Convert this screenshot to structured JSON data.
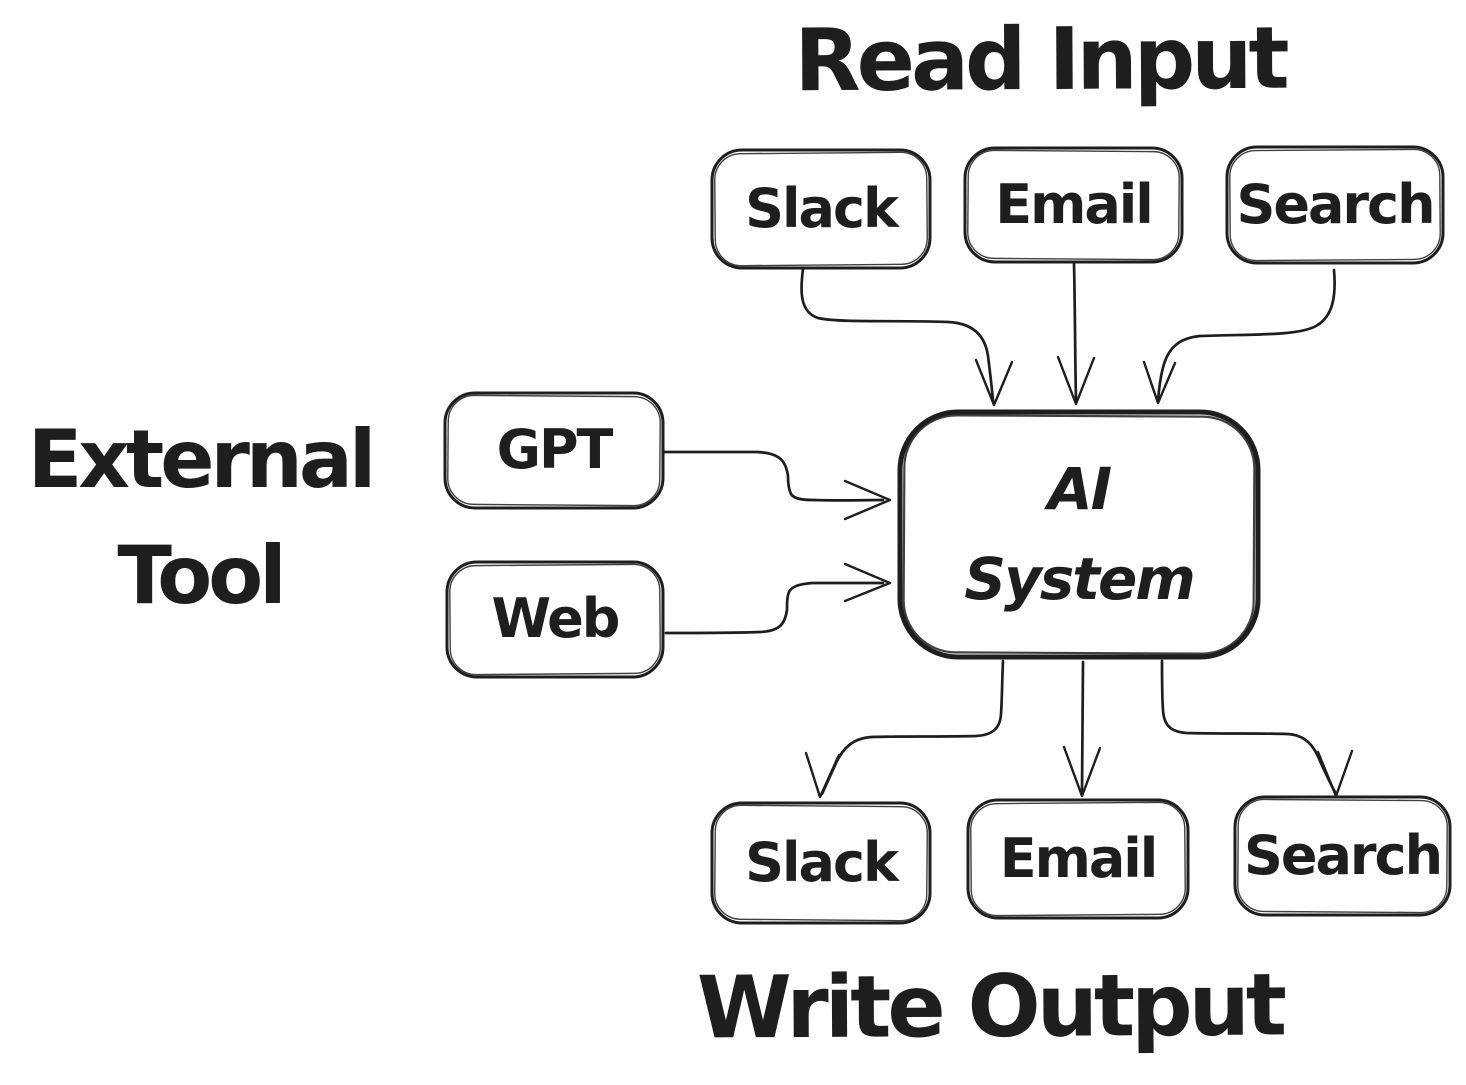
{
  "diagram": {
    "titles": {
      "top": "Read Input",
      "bottom": "Write Output",
      "left": "External\nTool"
    },
    "nodes": {
      "input_slack": "Slack",
      "input_email": "Email",
      "input_search": "Search",
      "tool_gpt": "GPT",
      "tool_web": "Web",
      "ai_system": "AI\nSystem",
      "output_slack": "Slack",
      "output_email": "Email",
      "output_search": "Search"
    },
    "colors": {
      "stroke": "#1e1e1e",
      "background": "#ffffff"
    }
  }
}
